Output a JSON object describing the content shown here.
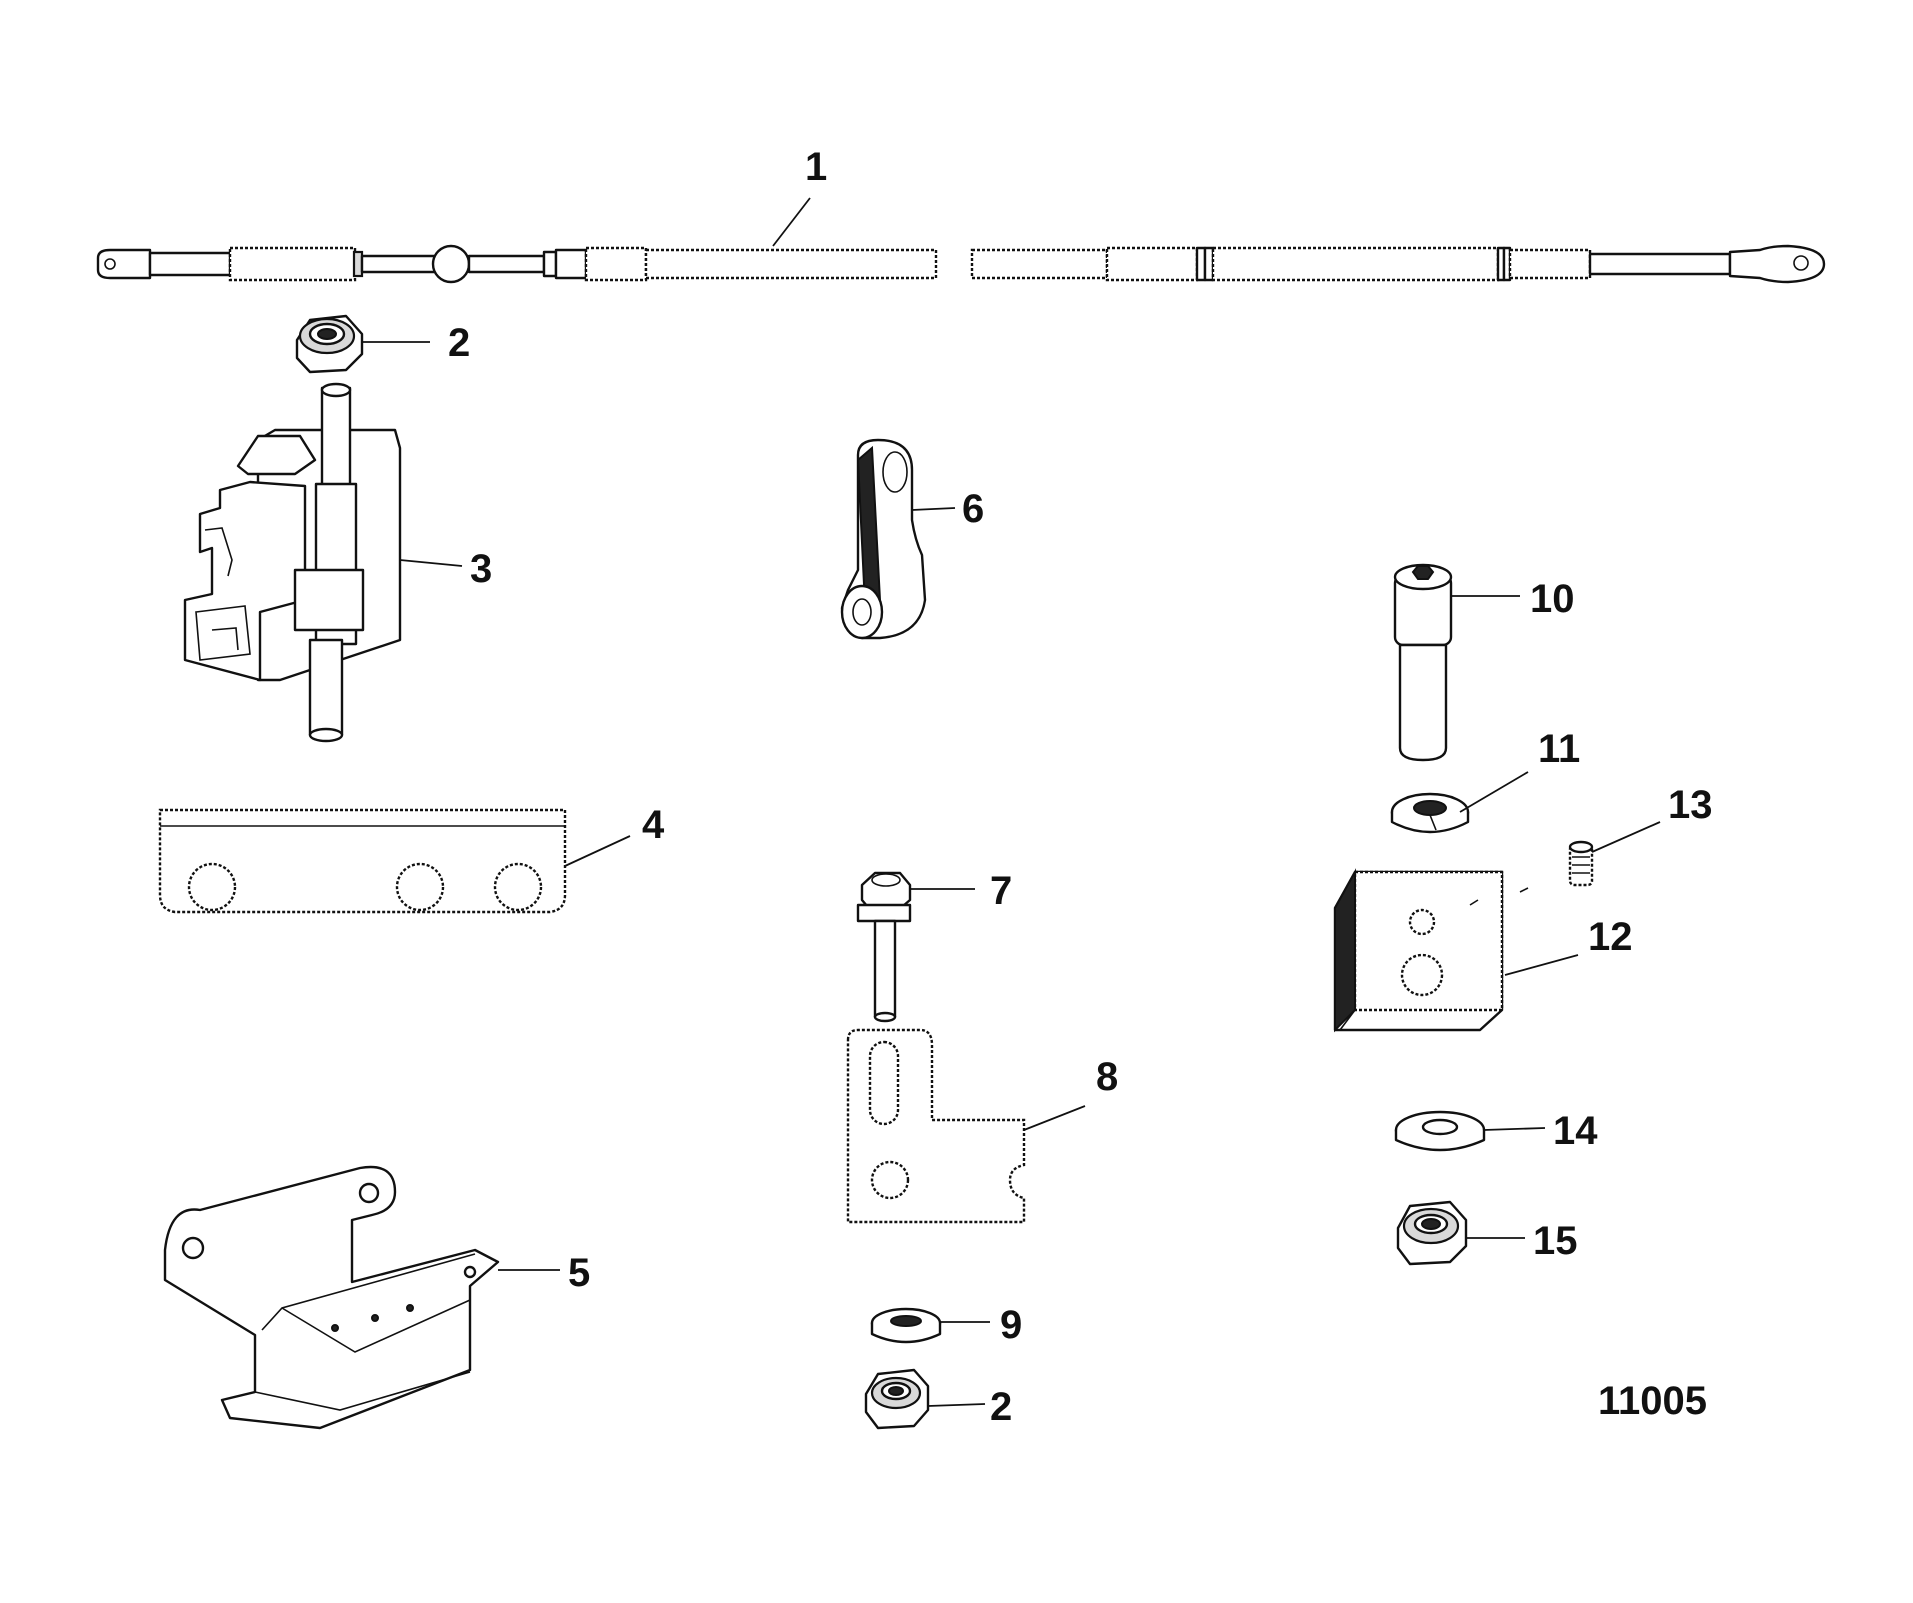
{
  "callouts": {
    "c1": "1",
    "c2a": "2",
    "c3": "3",
    "c4": "4",
    "c5": "5",
    "c6": "6",
    "c7": "7",
    "c8": "8",
    "c9": "9",
    "c2b": "2",
    "c10": "10",
    "c11": "11",
    "c12": "12",
    "c13": "13",
    "c14": "14",
    "c15": "15"
  },
  "document_number": "11005"
}
